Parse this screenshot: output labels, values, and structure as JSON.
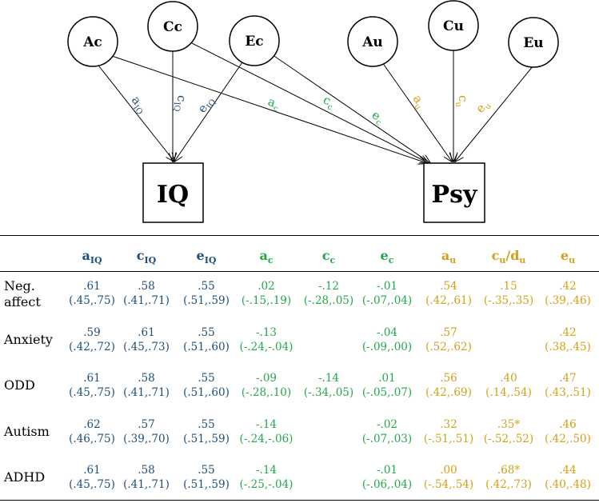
{
  "diagram": {
    "factors": {
      "ac": "Ac",
      "cc": "Cc",
      "ec": "Ec",
      "au": "Au",
      "cu": "Cu",
      "eu": "Eu"
    },
    "outcomes": {
      "iq": "IQ",
      "psy": "Psy"
    },
    "paths": {
      "a_iq": {
        "base": "a",
        "sub": "IQ"
      },
      "c_iq": {
        "base": "c",
        "sub": "IQ"
      },
      "e_iq": {
        "base": "e",
        "sub": "IQ"
      },
      "a_c": {
        "base": "a",
        "sub": "c"
      },
      "c_c": {
        "base": "c",
        "sub": "c"
      },
      "e_c": {
        "base": "e",
        "sub": "c"
      },
      "a_u": {
        "base": "a",
        "sub": "u"
      },
      "c_u": {
        "base": "c",
        "sub": "u"
      },
      "e_u": {
        "base": "e",
        "sub": "u"
      }
    },
    "colors": {
      "iq": "#1f4e79",
      "common": "#22a84a",
      "unique": "#d4a017"
    }
  },
  "table": {
    "headers": [
      {
        "base": "a",
        "sub": "IQ",
        "color": "blue"
      },
      {
        "base": "c",
        "sub": "IQ",
        "color": "blue"
      },
      {
        "base": "e",
        "sub": "IQ",
        "color": "blue"
      },
      {
        "base": "a",
        "sub": "c",
        "color": "green"
      },
      {
        "base": "c",
        "sub": "c",
        "color": "green"
      },
      {
        "base": "e",
        "sub": "c",
        "color": "green"
      },
      {
        "base": "a",
        "sub": "u",
        "color": "gold"
      },
      {
        "base": "c",
        "sub": "u",
        "base2": "/d",
        "sub2": "u",
        "color": "gold"
      },
      {
        "base": "e",
        "sub": "u",
        "color": "gold"
      }
    ],
    "rows": [
      {
        "label": [
          "Neg.",
          "affect"
        ],
        "cells": [
          [
            ".61",
            "(.45,.75)"
          ],
          [
            ".58",
            "(.41,.71)"
          ],
          [
            ".55",
            "(.51,.59)"
          ],
          [
            ".02",
            "(-.15,.19)"
          ],
          [
            "-.12",
            "(-.28,.05)"
          ],
          [
            "-.01",
            "(-.07,.04)"
          ],
          [
            ".54",
            "(.42,.61)"
          ],
          [
            ".15",
            "(-.35,.35)"
          ],
          [
            ".42",
            "(.39,.46)"
          ]
        ]
      },
      {
        "label": [
          "Anxiety"
        ],
        "cells": [
          [
            ".59",
            "(.42,.72)"
          ],
          [
            ".61",
            "(.45,.73)"
          ],
          [
            ".55",
            "(.51,.60)"
          ],
          [
            "-.13",
            "(-.24,-.04)"
          ],
          [
            "",
            ""
          ],
          [
            "-.04",
            "(-.09,.00)"
          ],
          [
            ".57",
            "(.52,.62)"
          ],
          [
            "",
            ""
          ],
          [
            ".42",
            "(.38,.45)"
          ]
        ]
      },
      {
        "label": [
          "ODD"
        ],
        "cells": [
          [
            ".61",
            "(.45,.75)"
          ],
          [
            ".58",
            "(.41,.71)"
          ],
          [
            ".55",
            "(.51,.60)"
          ],
          [
            "-.09",
            "(-.28,.10)"
          ],
          [
            "-.14",
            "(-.34,.05)"
          ],
          [
            ".01",
            "(-.05,.07)"
          ],
          [
            ".56",
            "(.42,.69)"
          ],
          [
            ".40",
            "(.14,.54)"
          ],
          [
            ".47",
            "(.43,.51)"
          ]
        ]
      },
      {
        "label": [
          "Autism"
        ],
        "cells": [
          [
            ".62",
            "(.46,.75)"
          ],
          [
            ".57",
            "(.39,.70)"
          ],
          [
            ".55",
            "(.51,.59)"
          ],
          [
            "-.14",
            "(-.24,-.06)"
          ],
          [
            "",
            ""
          ],
          [
            "-.02",
            "(-.07,.03)"
          ],
          [
            ".32",
            "(-.51,.51)"
          ],
          [
            ".35*",
            "(-.52,.52)"
          ],
          [
            ".46",
            "(.42,.50)"
          ]
        ]
      },
      {
        "label": [
          "ADHD"
        ],
        "cells": [
          [
            ".61",
            "(.45,.75)"
          ],
          [
            ".58",
            "(.41,.71)"
          ],
          [
            ".55",
            "(.51,.59)"
          ],
          [
            "-.14",
            "(-.25,-.04)"
          ],
          [
            "",
            ""
          ],
          [
            "-.01",
            "(-.06,.04)"
          ],
          [
            ".00",
            "(-.54,.54)"
          ],
          [
            ".68*",
            "(.42,.73)"
          ],
          [
            ".44",
            "(.40,.48)"
          ]
        ]
      }
    ]
  }
}
